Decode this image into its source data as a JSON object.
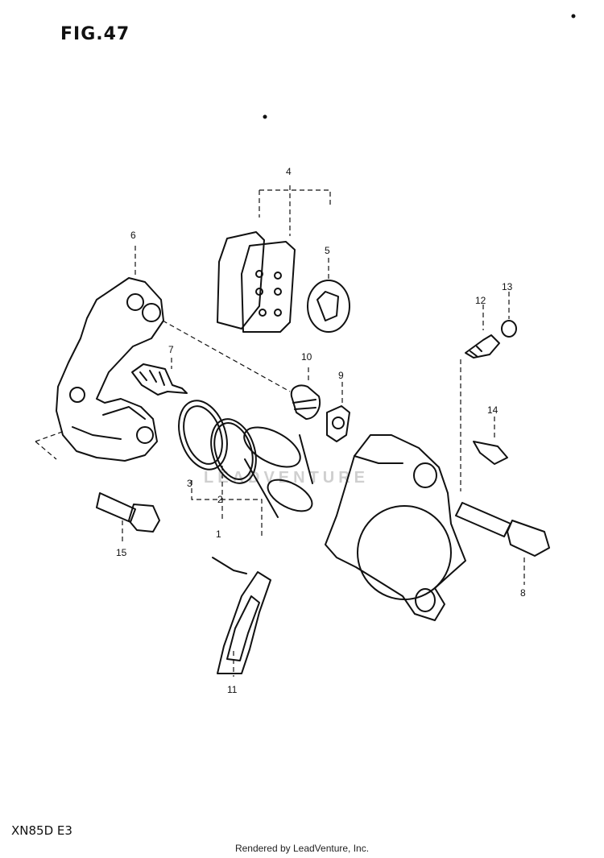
{
  "header": {
    "figure_label": "FIG.47"
  },
  "footer": {
    "model_code": "XN85D E3",
    "credit": "Rendered by LeadVenture, Inc."
  },
  "watermark": {
    "text": "LEADVENTURE"
  },
  "callouts": [
    {
      "id": "c1",
      "label": "1"
    },
    {
      "id": "c2",
      "label": "2"
    },
    {
      "id": "c3",
      "label": "3"
    },
    {
      "id": "c4",
      "label": "4"
    },
    {
      "id": "c5",
      "label": "5"
    },
    {
      "id": "c6",
      "label": "6"
    },
    {
      "id": "c7",
      "label": "7"
    },
    {
      "id": "c8",
      "label": "8"
    },
    {
      "id": "c9",
      "label": "9"
    },
    {
      "id": "c10",
      "label": "10"
    },
    {
      "id": "c11",
      "label": "11"
    },
    {
      "id": "c12",
      "label": "12"
    },
    {
      "id": "c13",
      "label": "13"
    },
    {
      "id": "c14",
      "label": "14"
    },
    {
      "id": "c15",
      "label": "15"
    }
  ]
}
